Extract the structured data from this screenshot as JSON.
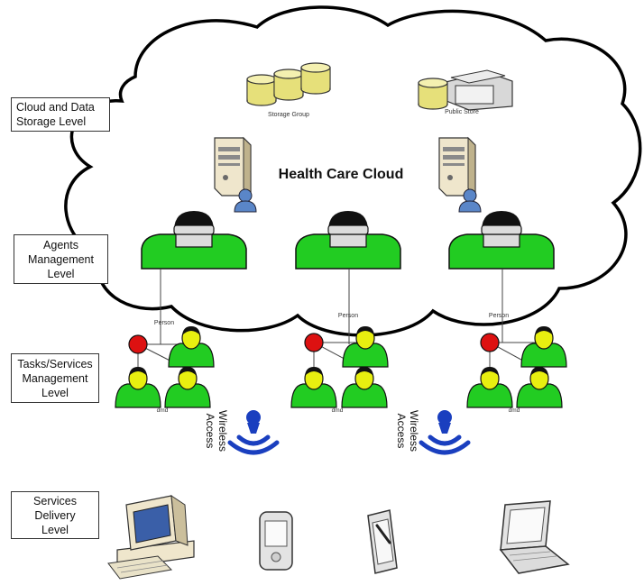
{
  "cloud_title": "Health Care Cloud",
  "storage": {
    "storage_group_label": "Storage Group",
    "public_store_label": "Public Store"
  },
  "levels": [
    {
      "line1": "Cloud and Data",
      "line2": "Storage  Level",
      "line3": ""
    },
    {
      "line1": "Agents",
      "line2": "Management",
      "line3": "Level"
    },
    {
      "line1": "Tasks/Services",
      "line2": "Management",
      "line3": "Level"
    },
    {
      "line1": "Services",
      "line2": "Delivery",
      "line3": "Level"
    }
  ],
  "agents": [
    {
      "link_label": "Person"
    },
    {
      "link_label": "Person"
    },
    {
      "link_label": "Person"
    }
  ],
  "task_groups": [
    {
      "label": "dmd"
    },
    {
      "label": "dmd"
    },
    {
      "label": "dmd"
    }
  ],
  "wireless": [
    {
      "line1": "Wireless",
      "line2": "Access"
    },
    {
      "line1": "Wireless",
      "line2": "Access"
    }
  ],
  "devices": [
    {
      "icon": "desktop-computer-icon"
    },
    {
      "icon": "pda-icon"
    },
    {
      "icon": "tablet-icon"
    },
    {
      "icon": "laptop-icon"
    }
  ],
  "colors": {
    "agent_green": "#22cc22",
    "person_head": "#e8ef10",
    "node_red": "#dd1111",
    "wireless_blue": "#1a3fbf",
    "storage_yellow": "#e6e07a"
  }
}
